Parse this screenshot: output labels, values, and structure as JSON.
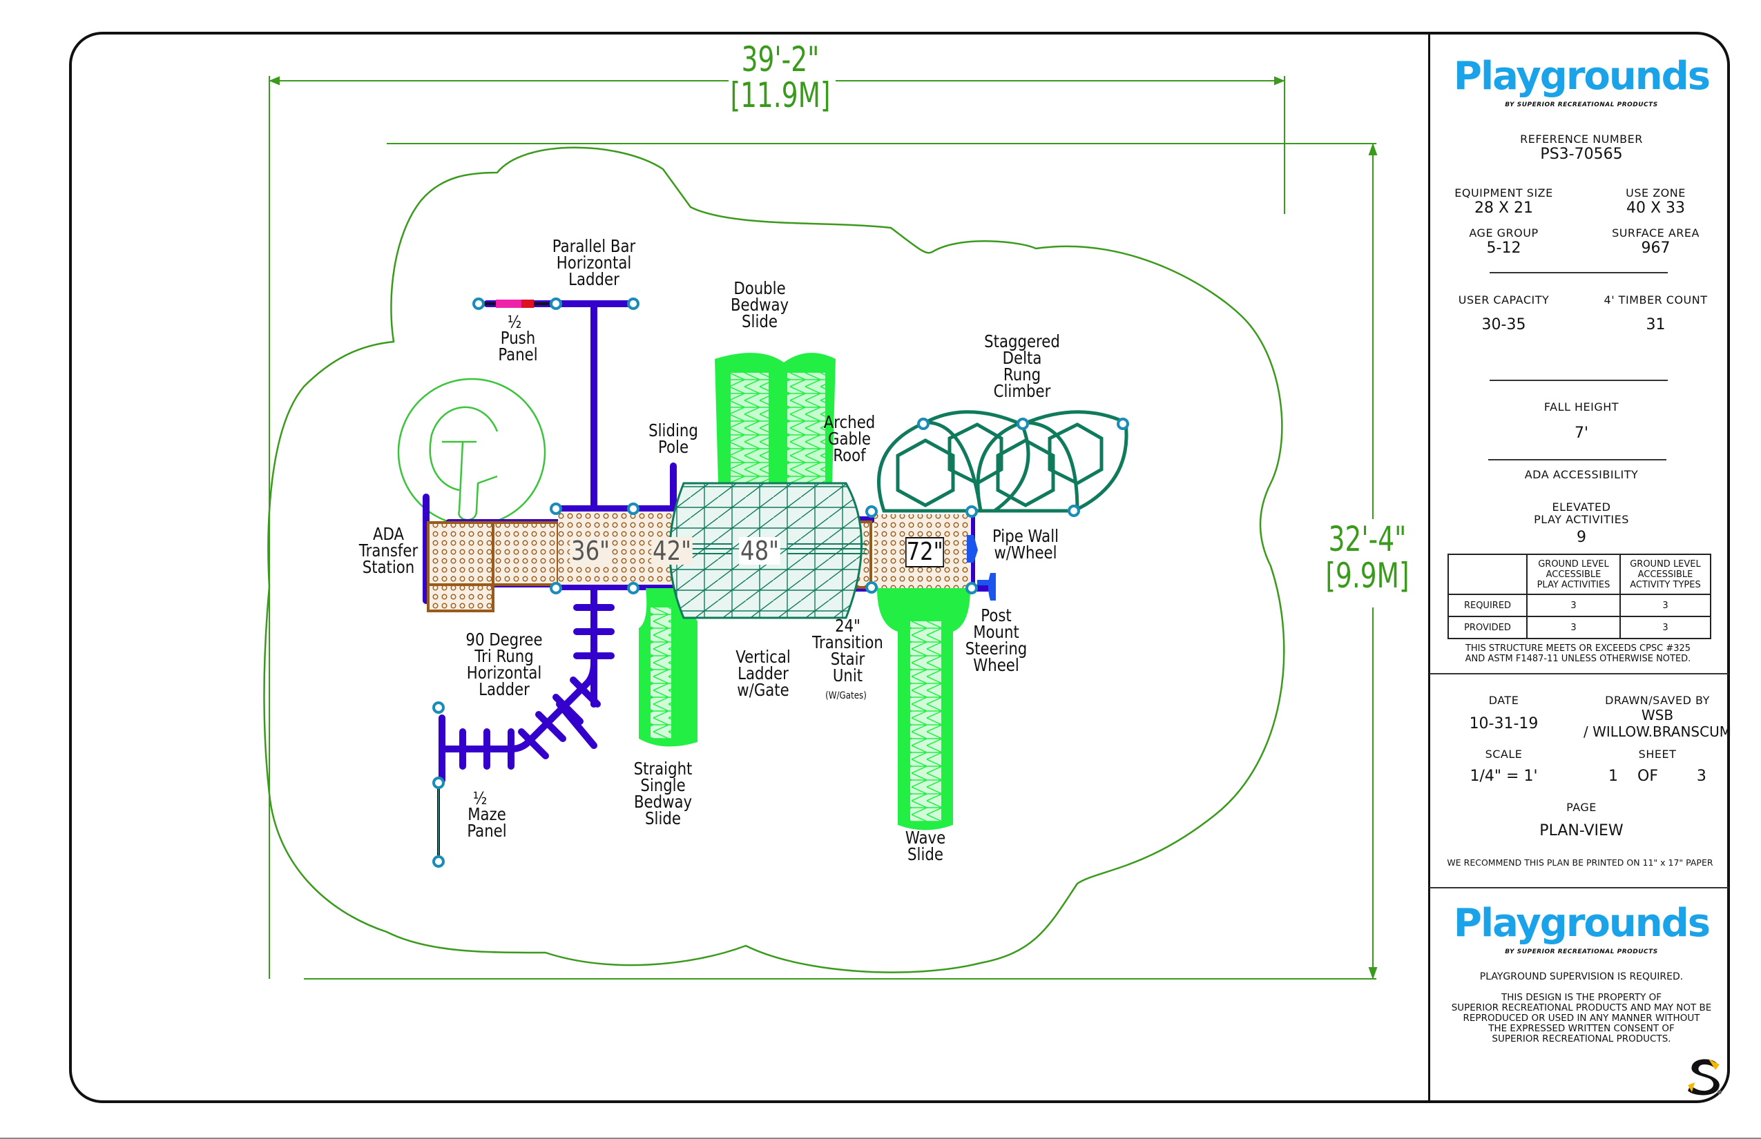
{
  "drawing": {
    "dimensions": {
      "width_imperial": "39'-2\"",
      "width_metric": "[11.9M]",
      "height_imperial": "32'-4\"",
      "height_metric": "[9.9M]"
    },
    "deck_heights": [
      "36\"",
      "42\"",
      "48\"",
      "72\""
    ],
    "components": {
      "parallel_bar": "Parallel Bar\nHorizontal\nLadder",
      "push_panel_fraction": "½",
      "push_panel": "Push\nPanel",
      "double_slide": "Double\nBedway\nSlide",
      "sliding_pole": "Sliding\nPole",
      "arched_roof": "Arched\nGable\nRoof",
      "delta_climber": "Staggered\nDelta\nRung\nClimber",
      "ada_transfer": "ADA\nTransfer\nStation",
      "pipe_wall": "Pipe Wall\nw/Wheel",
      "steering_wheel": "Post\nMount\nSteering\nWheel",
      "tri_rung": "90 Degree\nTri Rung\nHorizontal\nLadder",
      "maze_fraction": "½",
      "maze_panel": "Maze\nPanel",
      "single_slide": "Straight\nSingle\nBedway\nSlide",
      "vertical_ladder": "Vertical\nLadder\nw/Gate",
      "transition_stair": "24\"\nTransition\nStair\nUnit",
      "transition_note": "(W/Gates)",
      "wave_slide": "Wave\nSlide"
    },
    "colors": {
      "use_zone": "#3a9a1c",
      "slide": "#22ee44",
      "roof": "#0f7a5c",
      "steel": "#3300cc",
      "deck": "#9a5a1a",
      "clamp": "#1a8cb8"
    }
  },
  "title_block": {
    "brand": "Playgrounds",
    "brand_sub": "BY SUPERIOR RECREATIONAL PRODUCTS",
    "brand_color": "#1aa3e8",
    "reference_label": "REFERENCE NUMBER",
    "reference_value": "PS3-70565",
    "equipment_size_label": "EQUIPMENT SIZE",
    "equipment_size_value": "28 X 21",
    "use_zone_label": "USE ZONE",
    "use_zone_value": "40 X 33",
    "age_group_label": "AGE GROUP",
    "age_group_value": "5-12",
    "surface_area_label": "SURFACE AREA",
    "surface_area_value": "967",
    "user_capacity_label": "USER CAPACITY",
    "user_capacity_value": "30-35",
    "timber_count_label": "4' TIMBER COUNT",
    "timber_count_value": "31",
    "fall_height_label": "FALL HEIGHT",
    "fall_height_value": "7'",
    "ada_label": "ADA ACCESSIBILITY",
    "elevated_label": "ELEVATED\nPLAY ACTIVITIES",
    "elevated_value": "9",
    "ada_table": {
      "headers": [
        "",
        "GROUND LEVEL\nACCESSIBLE\nPLAY ACTIVITIES",
        "GROUND LEVEL\nACCESSIBLE\nACTIVITY TYPES"
      ],
      "rows": [
        [
          "REQUIRED",
          "3",
          "3"
        ],
        [
          "PROVIDED",
          "3",
          "3"
        ]
      ]
    },
    "compliance_note": "THIS STRUCTURE MEETS OR EXCEEDS CPSC #325\nAND ASTM F1487-11 UNLESS OTHERWISE NOTED.",
    "date_label": "DATE",
    "date_value": "10-31-19",
    "drawn_label": "DRAWN/SAVED BY",
    "drawn_value_1": "WSB",
    "drawn_value_2": "/ WILLOW.BRANSCUM",
    "scale_label": "SCALE",
    "scale_value": "1/4\" = 1'",
    "sheet_label": "SHEET",
    "sheet_value": "1    OF        3",
    "page_label": "PAGE",
    "page_value": "PLAN-VIEW",
    "print_note": "WE RECOMMEND THIS PLAN BE PRINTED ON 11\" x 17\" PAPER",
    "supervision_note": "PLAYGROUND SUPERVISION IS REQUIRED.",
    "property_note": "THIS DESIGN IS THE PROPERTY OF\nSUPERIOR RECREATIONAL PRODUCTS AND MAY NOT BE\nREPRODUCED OR USED IN ANY MANNER WITHOUT\nTHE EXPRESSED WRITTEN CONSENT OF\nSUPERIOR RECREATIONAL PRODUCTS.",
    "s_logo_colors": [
      "#111111",
      "#f5b800"
    ]
  }
}
